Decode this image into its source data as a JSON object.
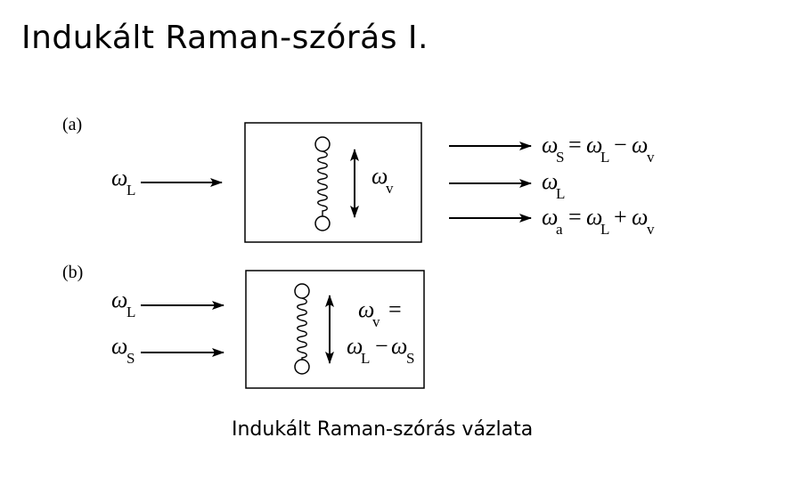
{
  "title": "Indukált Raman-szórás I.",
  "caption": "Indukált Raman-szórás vázlata",
  "diagram": {
    "panel_a": {
      "label": "(a)",
      "input": {
        "symbol": "ω",
        "sub": "L"
      },
      "vibration": {
        "symbol": "ω",
        "sub": "v"
      },
      "outputs": [
        {
          "symbol": "ω",
          "sub": "S",
          "equals": "=",
          "t1": "ω",
          "t1sub": "L",
          "op": "−",
          "t2": "ω",
          "t2sub": "v"
        },
        {
          "symbol": "ω",
          "sub": "L"
        },
        {
          "symbol": "ω",
          "sub": "a",
          "equals": "=",
          "t1": "ω",
          "t1sub": "L",
          "op": "+",
          "t2": "ω",
          "t2sub": "v"
        }
      ]
    },
    "panel_b": {
      "label": "(b)",
      "inputs": [
        {
          "symbol": "ω",
          "sub": "L"
        },
        {
          "symbol": "ω",
          "sub": "S"
        }
      ],
      "vibration": {
        "symbol": "ω",
        "sub": "v",
        "equals": "=",
        "t1": "ω",
        "t1sub": "L",
        "op": "−",
        "t2": "ω",
        "t2sub": "S"
      }
    }
  }
}
